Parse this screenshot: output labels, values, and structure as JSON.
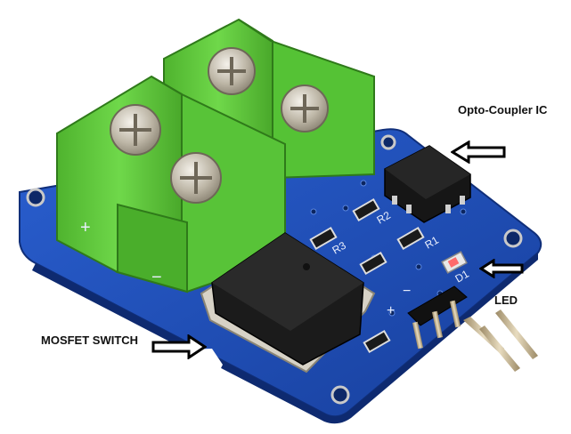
{
  "annotations": {
    "opto_coupler": "Opto-Coupler IC",
    "led": "LED",
    "mosfet_switch": "MOSFET SWITCH"
  },
  "silkscreen": {
    "plus_left": "+",
    "minus_left": "−",
    "r2": "R2",
    "r1": "R1",
    "r3": "R3",
    "d1": "D1",
    "minus_header": "−",
    "plus_header": "+"
  },
  "colors": {
    "pcb": "#1f4fb8",
    "terminal_green": "#5fcb3d",
    "mosfet_black": "#1b1b1b",
    "pin_gold": "#c9b48a"
  },
  "icons": {
    "arrow": "outline-arrow-left",
    "arrow2": "outline-arrow-right"
  }
}
